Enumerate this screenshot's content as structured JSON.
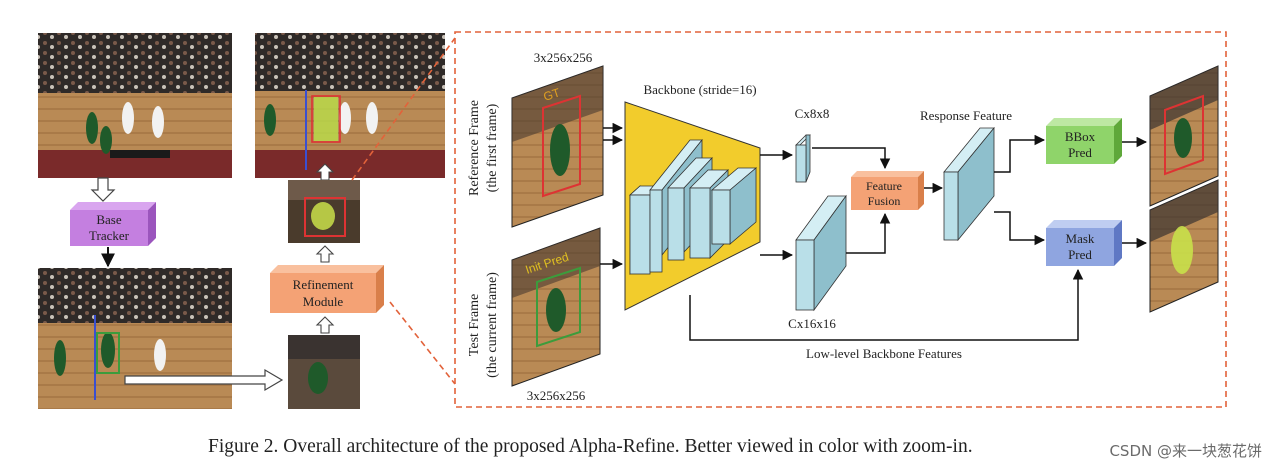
{
  "left": {
    "base_tracker": [
      "Base",
      "Tracker"
    ],
    "refinement_module": [
      "Refinement",
      "Module"
    ]
  },
  "detail": {
    "ref_size": "3x256x256",
    "test_size": "3x256x256",
    "ref_frame_label": [
      "Reference Frame",
      "(the first frame)"
    ],
    "test_frame_label": [
      "Test Frame",
      "(the current frame)"
    ],
    "gt_tag": "GT",
    "init_pred_tag": "Init Pred",
    "backbone": "Backbone (stride=16)",
    "feat_small": "Cx8x8",
    "feat_large": "Cx16x16",
    "feature_fusion": [
      "Feature",
      "Fusion"
    ],
    "response_feature": "Response Feature",
    "bbox_pred": [
      "BBox",
      "Pred"
    ],
    "mask_pred": [
      "Mask",
      "Pred"
    ],
    "low_level": "Low-level Backbone Features"
  },
  "caption": "Figure 2. Overall architecture of the proposed Alpha-Refine. Better viewed in color with zoom-in.",
  "watermark": "CSDN @来一块葱花饼",
  "colors": {
    "base_tracker": "#c47fe0",
    "refinement": "#f4a275",
    "backbone": "#f2cc2c",
    "feature_block": "#b9dfe8",
    "fusion": "#f4a275",
    "bbox": "#8fd46a",
    "mask": "#8fa5e0",
    "dashed_border": "#e2623a"
  }
}
